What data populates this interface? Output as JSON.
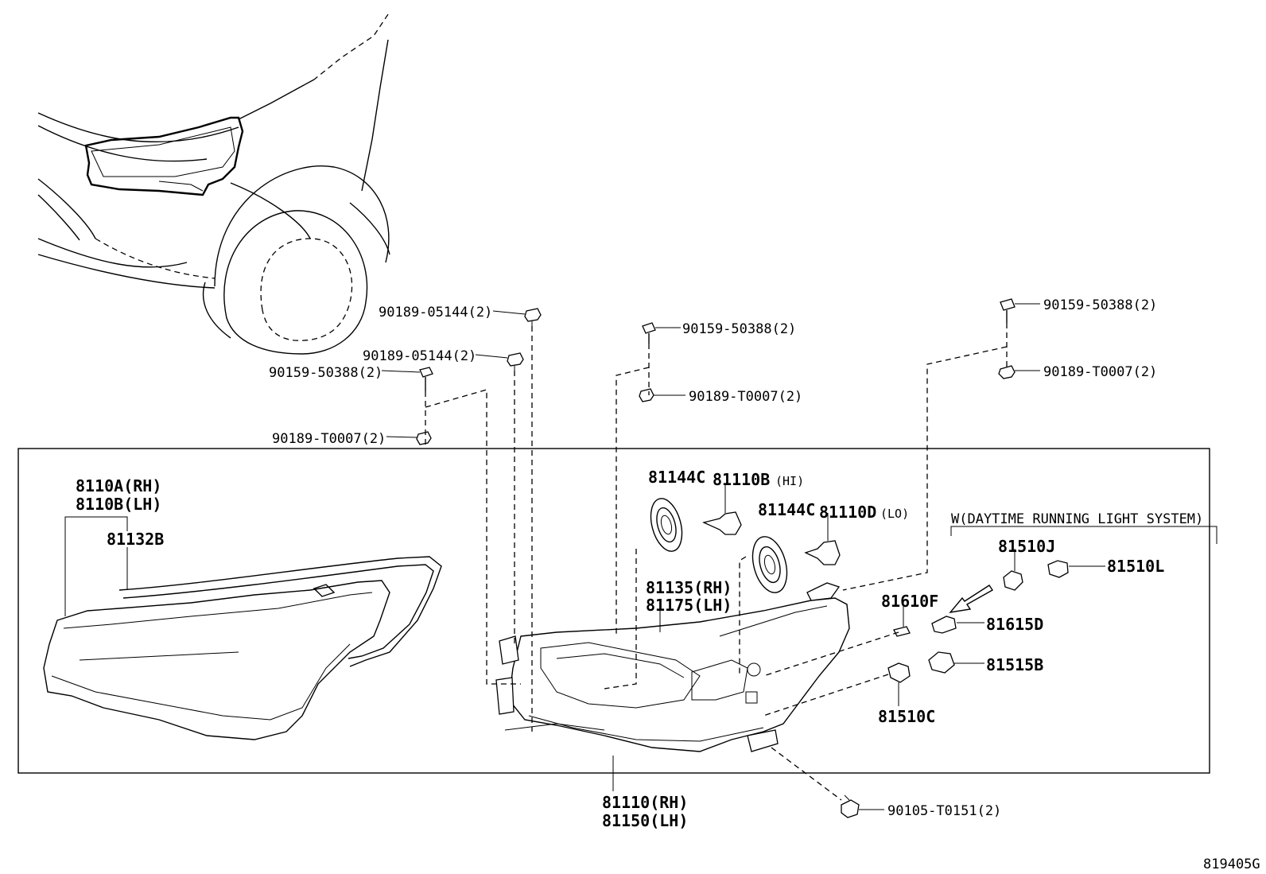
{
  "diagram_id": "819405G",
  "fasteners": {
    "f1": "90189-05144(2)",
    "f2": "90189-05144(2)",
    "f3": "90159-50388(2)",
    "f4": "90189-T0007(2)",
    "f5": "90159-50388(2)",
    "f6": "90189-T0007(2)",
    "f7": "90159-50388(2)",
    "f8": "90189-T0007(2)",
    "f9": "90105-T0151(2)"
  },
  "parts": {
    "lens_rh": "8110A(RH)",
    "lens_lh": "8110B(LH)",
    "gasket": "81132B",
    "cap_1": "81144C",
    "bulb_hi": "81110B",
    "bulb_hi_note": "(HI)",
    "cap_2": "81144C",
    "bulb_lo": "81110D",
    "bulb_lo_note": "(LO)",
    "housing_rh": "81135(RH)",
    "housing_lh": "81175(LH)",
    "drl_bulb": "81510J",
    "drl_socket": "81510L",
    "side_bulb": "81610F",
    "side_socket": "81615D",
    "turn_socket": "81515B",
    "turn_bulb": "81510C",
    "assy_rh": "81110(RH)",
    "assy_lh": "81150(LH)"
  },
  "notes": {
    "drl_system": "W(DAYTIME RUNNING LIGHT SYSTEM)"
  }
}
